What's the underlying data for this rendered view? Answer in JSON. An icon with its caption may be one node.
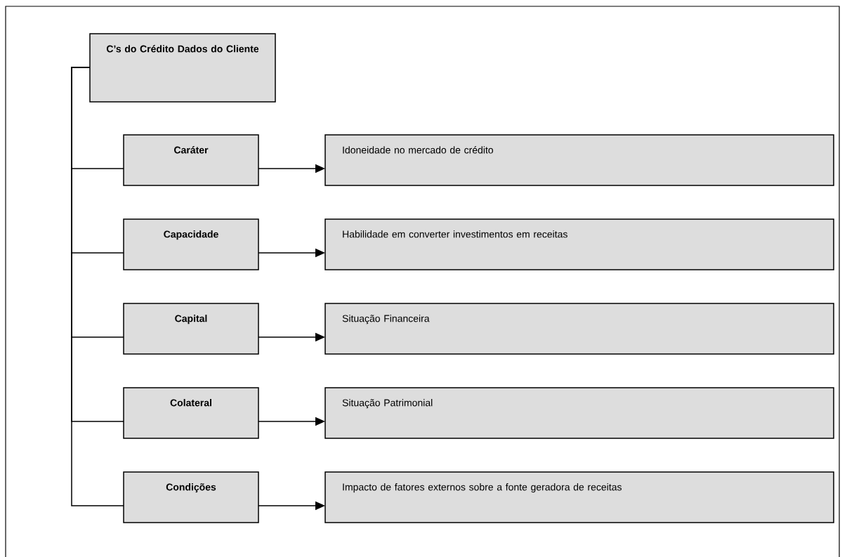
{
  "diagram": {
    "nodes": [
      {
        "text": [
          "C’s do Crédito Dados do Cliente"
        ]
      },
      {
        "text": [
          "Caráter"
        ]
      },
      {
        "text": [
          "Idoneidade no mercado de crédito"
        ]
      },
      {
        "text": [
          "Capacidade"
        ]
      },
      {
        "text": [
          "Habilidade em converter investimentos em receitas"
        ]
      },
      {
        "text": [
          "Capital"
        ]
      },
      {
        "text": [
          "Situação Financeira"
        ]
      },
      {
        "text": [
          "Colateral"
        ]
      },
      {
        "text": [
          "Situação Patrimonial"
        ]
      },
      {
        "text": [
          "Condições"
        ]
      },
      {
        "text": [
          "Impacto de fatores externos sobre a fonte geradora de receitas"
        ]
      }
    ],
    "edges": [
      {
        "from": 0,
        "to": 1,
        "arrow": "none"
      },
      {
        "from": 1,
        "to": 2,
        "arrow": "to"
      },
      {
        "from": 0,
        "to": 3,
        "arrow": "none"
      },
      {
        "from": 3,
        "to": 4,
        "arrow": "to"
      },
      {
        "from": 0,
        "to": 5,
        "arrow": "none"
      },
      {
        "from": 5,
        "to": 6,
        "arrow": "to"
      },
      {
        "from": 0,
        "to": 7,
        "arrow": "none"
      },
      {
        "from": 7,
        "to": 8,
        "arrow": "to"
      },
      {
        "from": 0,
        "to": 9,
        "arrow": "none"
      },
      {
        "from": 9,
        "to": 10,
        "arrow": "to"
      }
    ]
  }
}
